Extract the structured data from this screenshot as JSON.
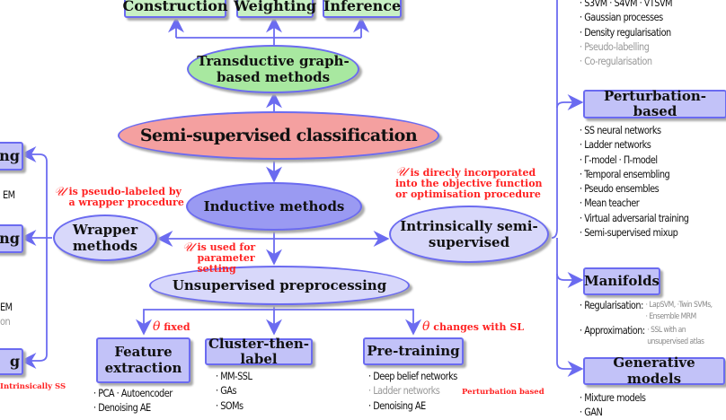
{
  "graph_boxes": [
    "Construction",
    "Weighting",
    "Inference"
  ],
  "transductive": "Transductive graph-based methods",
  "root": "Semi-supervised classification",
  "inductive": "Inductive methods",
  "wrapper": "Wrapper methods",
  "intrinsic": "Intrinsically semi-supervised",
  "unsupervised": "Unsupervised preprocessing",
  "notes": {
    "wrapper": "is pseudo-labeled by a wrapper procedure",
    "param": "is used for parameter setting",
    "intrinsic": "is direcly incorporated into the objective function or optimisation procedure",
    "fixed": "fixed",
    "changes": "changes with SL",
    "u_symbol": "𝒰",
    "theta": "θ",
    "perturb_based": "Perturbation based",
    "intrinsically_ss": "Intrinsically SS"
  },
  "left": {
    "box1": "ng",
    "em1": "EM",
    "box2": "ng",
    "em2": "EM",
    "on": "on",
    "box3": "g"
  },
  "preprocessing": [
    {
      "label": "Feature extraction",
      "items": [
        "PCA · Autoencoder",
        "Denoising AE"
      ]
    },
    {
      "label": "Cluster-then-label",
      "items": [
        "MM-SSL",
        "GAs",
        "SOMs"
      ]
    },
    {
      "label": "Pre-training",
      "items": [
        "Deep belief networks",
        "Ladder networks",
        "Denoising AE"
      ]
    }
  ],
  "max_margin_items": [
    "S3VM · S4VM · ∇TSVM",
    "Gaussian processes",
    "Density regularisation",
    "Pseudo-labelling",
    "Co-regularisation"
  ],
  "perturbation": {
    "label": "Perturbation-based",
    "items": [
      "SS neural networks",
      "Ladder networks",
      "Γ-model · Π-model",
      "Temporal ensembling",
      "Pseudo ensembles",
      "Mean teacher",
      "Virtual adversarial training",
      "Semi-supervised mixup"
    ]
  },
  "manifolds": {
    "label": "Manifolds",
    "reg": "Regularisation:",
    "reg_detail": "· LapSVM, ·Twin SVMs, · Ensemble MRM",
    "approx": "Approximation:",
    "approx_detail": "· SSL with an unsupervised atlas"
  },
  "generative": {
    "label": "Generative models",
    "items": [
      "Mixture models",
      "GAN"
    ]
  },
  "colors": {
    "line": "#6b6bf0",
    "green": "#a8e8a0",
    "root": "#f4a0a0",
    "inductive": "#9a9af2",
    "light": "#d8d8fa",
    "note": "#ff2222"
  }
}
